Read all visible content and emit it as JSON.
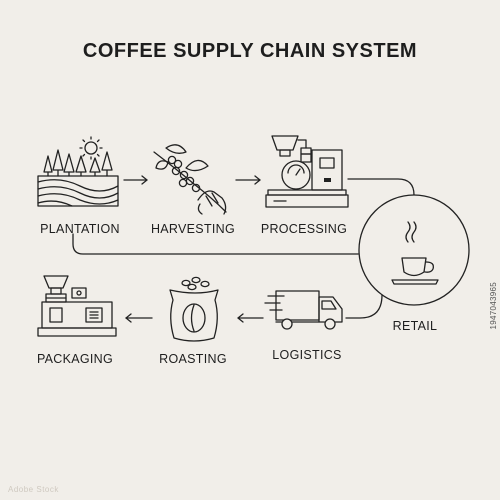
{
  "title": "COFFEE SUPPLY CHAIN SYSTEM",
  "steps": [
    {
      "label": "PLANTATION",
      "icon": "plantation-icon"
    },
    {
      "label": "HARVESTING",
      "icon": "coffee-branch-icon"
    },
    {
      "label": "PROCESSING",
      "icon": "processing-machine-icon"
    },
    {
      "label": "RETAIL",
      "icon": "coffee-cup-icon"
    },
    {
      "label": "LOGISTICS",
      "icon": "delivery-truck-icon"
    },
    {
      "label": "ROASTING",
      "icon": "coffee-bag-icon"
    },
    {
      "label": "PACKAGING",
      "icon": "packaging-machine-icon"
    }
  ],
  "watermark": {
    "stock_id": "1947043965",
    "brand": "Adobe Stock"
  },
  "colors": {
    "background": "#f1eee9",
    "line": "#222222"
  }
}
